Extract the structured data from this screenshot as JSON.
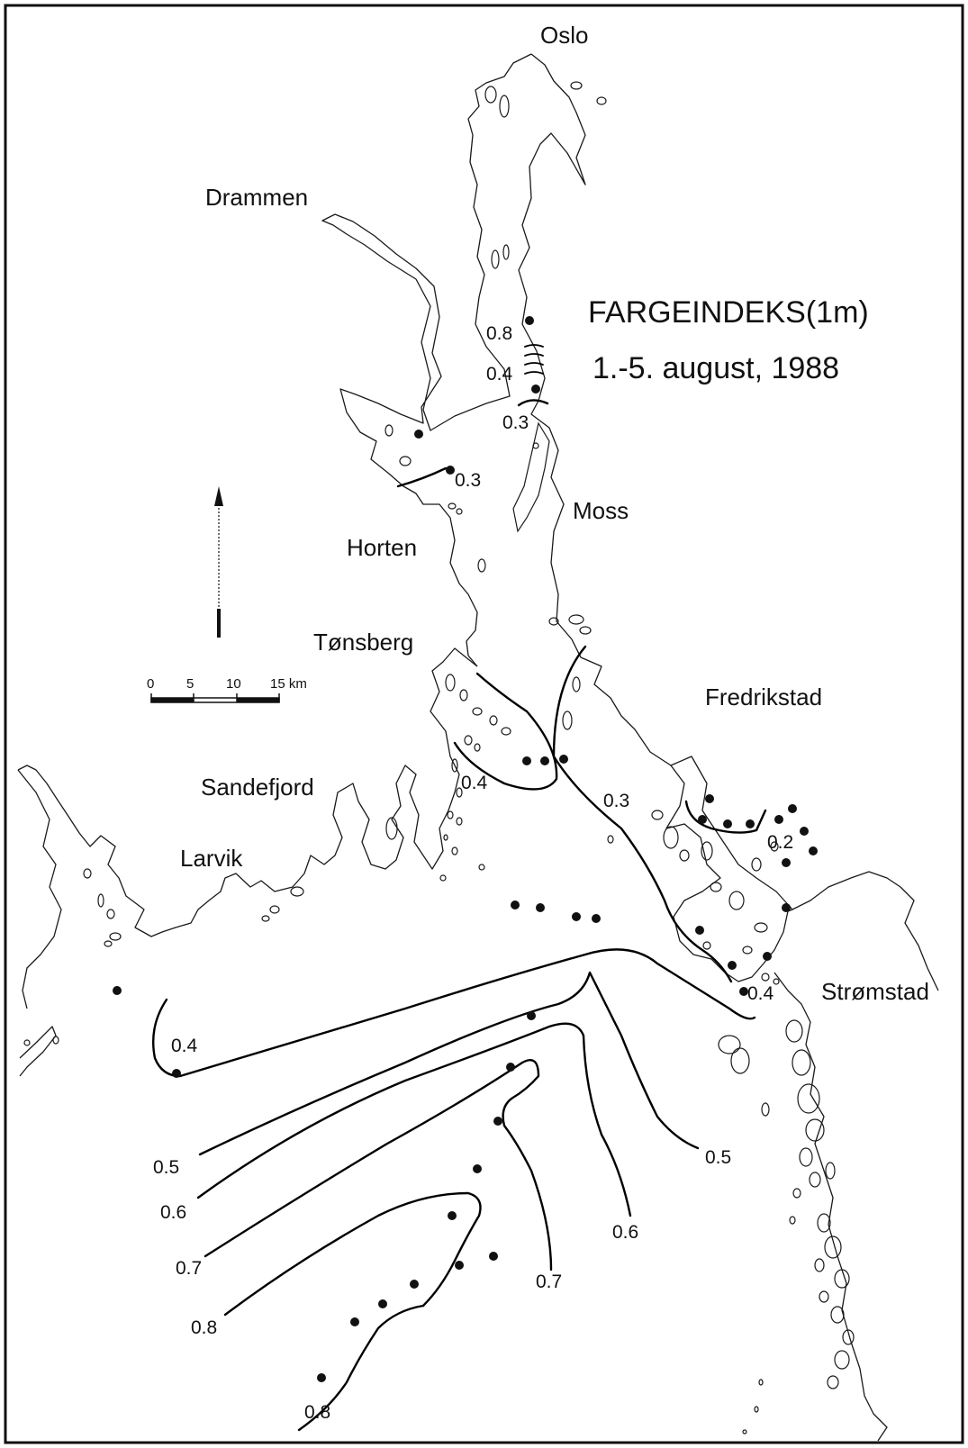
{
  "title": "FARGEINDEKS(1m)",
  "subtitle": "1.-5. august, 1988",
  "places": {
    "oslo": "Oslo",
    "drammen": "Drammen",
    "moss": "Moss",
    "horten": "Horten",
    "tonsberg": "Tønsberg",
    "fredrikstad": "Fredrikstad",
    "sandefjord": "Sandefjord",
    "larvik": "Larvik",
    "stromstad": "Strømstad"
  },
  "scale_bar": {
    "ticks": [
      "0",
      "5",
      "10",
      "15 km"
    ]
  },
  "contour_labels": {
    "c1": "0.8",
    "c2": "0.4",
    "c3": "0.3",
    "c4": "0.3",
    "c5": "0.4",
    "c6": "0.3",
    "c7": "0.2",
    "c8": "0.4",
    "c9": "0.4",
    "c10": "0.5",
    "c11": "0.5",
    "c12": "0.6",
    "c13": "0.6",
    "c14": "0.7",
    "c15": "0.7",
    "c16": "0.8",
    "c17": "0.8"
  },
  "north_arrow_icon": "north-arrow-icon",
  "colors": {
    "ink": "#111111",
    "paper": "#ffffff"
  }
}
